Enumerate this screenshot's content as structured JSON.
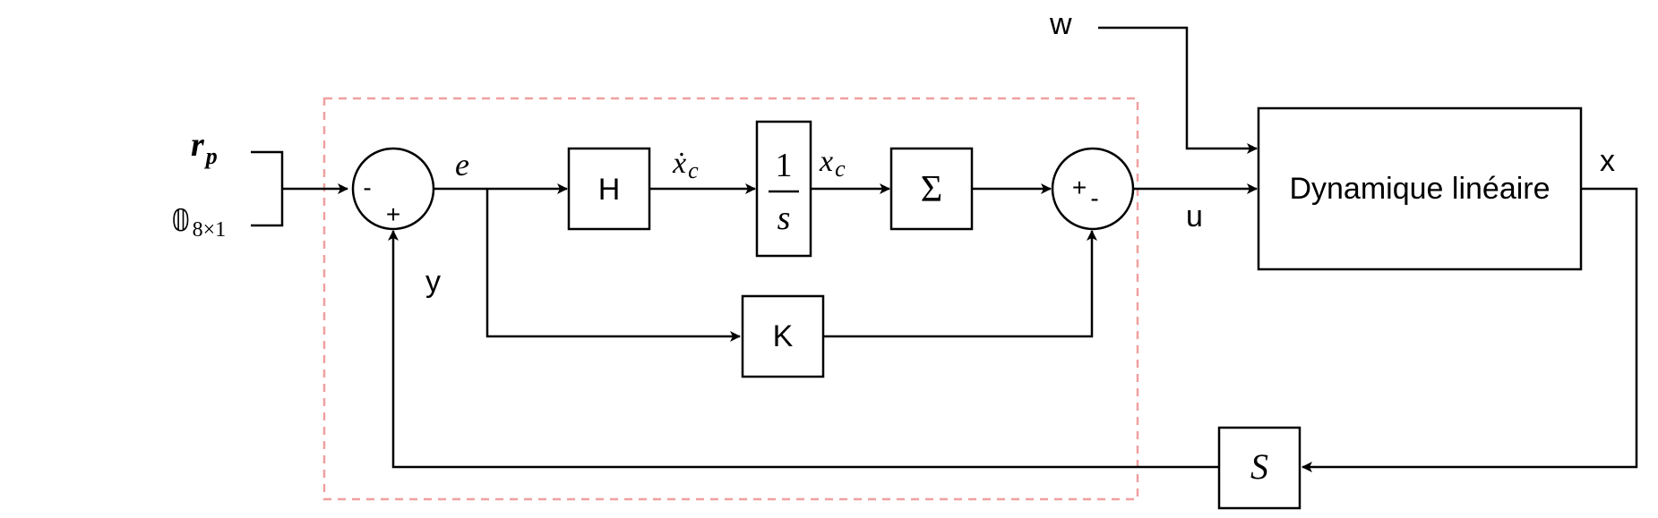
{
  "blocks": {
    "h": "H",
    "integrator_num": "1",
    "integrator_den": "s",
    "sigma": "Σ",
    "k": "K",
    "plant": "Dynamique linéaire",
    "s": "S"
  },
  "signals": {
    "rp_base": "r",
    "rp_sub": "p",
    "zero_base": "𝟘",
    "zero_sub": "8×1",
    "e": "e",
    "xcdot_base": "ẋ",
    "xcdot_sub": "c",
    "xc_base": "x",
    "xc_sub": "c",
    "u": "u",
    "w": "w",
    "x": "x",
    "y": "y"
  },
  "sum1": {
    "minus": "-",
    "plus": "+"
  },
  "sum2": {
    "plus": "+",
    "minus": "-"
  }
}
